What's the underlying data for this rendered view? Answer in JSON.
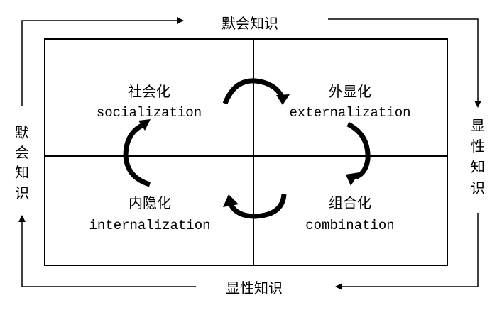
{
  "diagram": {
    "title": "SECI knowledge conversion model",
    "edges": {
      "top": "默会知识",
      "bottom": "显性知识",
      "left": [
        "默",
        "会",
        "知",
        "识"
      ],
      "right": [
        "显",
        "性",
        "知",
        "识"
      ]
    },
    "quadrants": {
      "top_left": {
        "zh": "社会化",
        "en": "socialization"
      },
      "top_right": {
        "zh": "外显化",
        "en": "externalization"
      },
      "bottom_right": {
        "zh": "组合化",
        "en": "combination"
      },
      "bottom_left": {
        "zh": "内隐化",
        "en": "internalization"
      }
    },
    "cycle_order": [
      "socialization",
      "externalization",
      "combination",
      "internalization"
    ],
    "colors": {
      "line": "#000000",
      "background": "#ffffff"
    }
  }
}
